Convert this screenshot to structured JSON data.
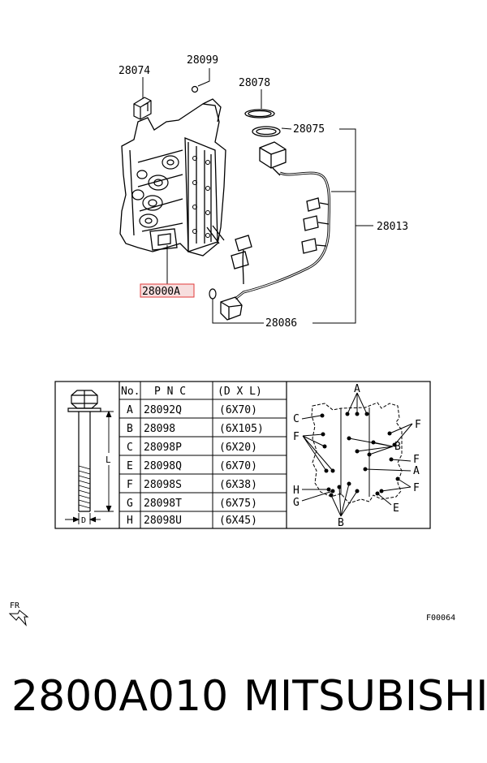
{
  "callouts": {
    "c28074": "28074",
    "c28099": "28099",
    "c28078": "28078",
    "c28075": "28075",
    "c28013": "28013",
    "c28000A": "28000A",
    "c28086": "28086"
  },
  "bolt_table": {
    "headers": {
      "no": "No.",
      "pnc": "P N C",
      "dxl": "(D X L)"
    },
    "dimension_labels": {
      "length": "L",
      "diameter": "D"
    },
    "rows": [
      {
        "no": "A",
        "pnc": "28092Q",
        "dxl": "(6X70)"
      },
      {
        "no": "B",
        "pnc": "28098",
        "dxl": "(6X105)"
      },
      {
        "no": "C",
        "pnc": "28098P",
        "dxl": "(6X20)"
      },
      {
        "no": "E",
        "pnc": "28098Q",
        "dxl": "(6X70)"
      },
      {
        "no": "F",
        "pnc": "28098S",
        "dxl": "(6X38)"
      },
      {
        "no": "G",
        "pnc": "28098T",
        "dxl": "(6X75)"
      },
      {
        "no": "H",
        "pnc": "28098U",
        "dxl": "(6X45)"
      }
    ]
  },
  "bolt_map_labels": {
    "top_a": "A",
    "c_left": "C",
    "f_left": "F",
    "h_left": "H",
    "g_left": "G",
    "f_right_1": "F",
    "b_right": "B",
    "f_right_2": "F",
    "a_right": "A",
    "f_right_3": "F",
    "e_right": "E",
    "b_bottom": "B"
  },
  "orientation": {
    "label": "FR"
  },
  "figure_code": "F00064",
  "footer": {
    "part_number": "2800A010",
    "brand": "MITSUBISHI"
  },
  "colors": {
    "highlight": "#e23b3b",
    "highlight_fill": "#f7dede",
    "line": "#000000"
  }
}
